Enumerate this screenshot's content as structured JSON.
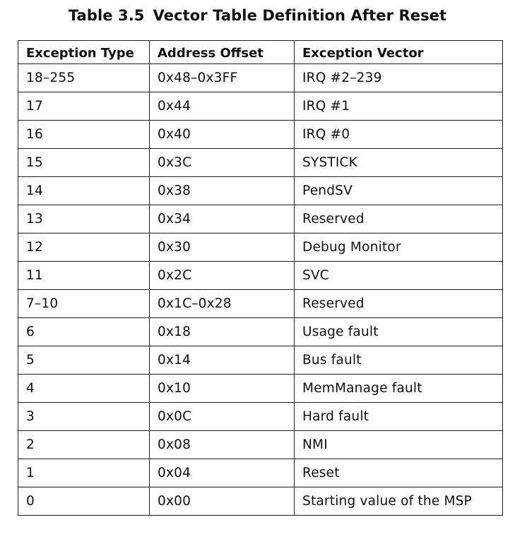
{
  "caption": {
    "number": "Table 3.5",
    "title": "Vector Table Definition After Reset"
  },
  "columns": [
    "Exception Type",
    "Address Offset",
    "Exception Vector"
  ],
  "rows": [
    [
      "18–255",
      "0x48–0x3FF",
      "IRQ #2–239"
    ],
    [
      "17",
      "0x44",
      "IRQ #1"
    ],
    [
      "16",
      "0x40",
      "IRQ #0"
    ],
    [
      "15",
      "0x3C",
      "SYSTICK"
    ],
    [
      "14",
      "0x38",
      "PendSV"
    ],
    [
      "13",
      "0x34",
      "Reserved"
    ],
    [
      "12",
      "0x30",
      "Debug Monitor"
    ],
    [
      "11",
      "0x2C",
      "SVC"
    ],
    [
      "7–10",
      "0x1C–0x28",
      "Reserved"
    ],
    [
      "6",
      "0x18",
      "Usage fault"
    ],
    [
      "5",
      "0x14",
      "Bus fault"
    ],
    [
      "4",
      "0x10",
      "MemManage fault"
    ],
    [
      "3",
      "0x0C",
      "Hard fault"
    ],
    [
      "2",
      "0x08",
      "NMI"
    ],
    [
      "1",
      "0x04",
      "Reset"
    ],
    [
      "0",
      "0x00",
      "Starting value of the MSP"
    ]
  ]
}
